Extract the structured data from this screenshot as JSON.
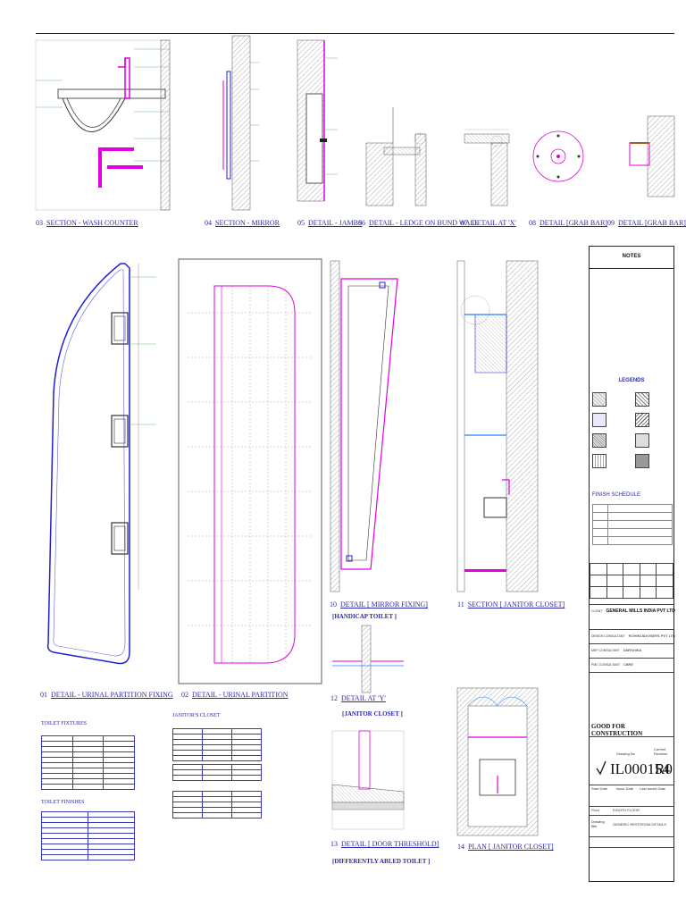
{
  "drawings": [
    {
      "id": "wash-counter",
      "num": "03",
      "title": "SECTION - WASH COUNTER"
    },
    {
      "id": "mirror",
      "num": "04",
      "title": "SECTION - MIRROR"
    },
    {
      "id": "jambs",
      "num": "05",
      "title": "DETAIL - JAMBS"
    },
    {
      "id": "ledge",
      "num": "06",
      "title": "DETAIL - LEDGE ON BUND WALL"
    },
    {
      "id": "at-x",
      "num": "07",
      "title": "DETAIL AT 'X'"
    },
    {
      "id": "grab-bar-1",
      "num": "08",
      "title": "DETAIL [GRAB BAR]"
    },
    {
      "id": "grab-bar-2",
      "num": "09",
      "title": "DETAIL [GRAB BAR]"
    },
    {
      "id": "urinal-fixing",
      "num": "01",
      "title": "DETAIL - URINAL PARTITION FIXING"
    },
    {
      "id": "urinal-partition",
      "num": "02",
      "title": "DETAIL - URINAL PARTITION"
    },
    {
      "id": "mirror-fixing",
      "num": "10",
      "title": "DETAIL [ MIRROR FIXING]",
      "sub": "[HANDICAP TOILET ]"
    },
    {
      "id": "janitor-section",
      "num": "11",
      "title": "SECTION [ JANITOR CLOSET]"
    },
    {
      "id": "at-y",
      "num": "12",
      "title": "DETAIL AT 'Y'",
      "sub": "[JANITOR CLOSET ]"
    },
    {
      "id": "door-threshold",
      "num": "13",
      "title": "DETAIL [ DOOR THRESHOLD]",
      "sub": "[DIFFERENTLY ABLED TOILET ]"
    },
    {
      "id": "janitor-plan",
      "num": "14",
      "title": "PLAN [ JANITOR CLOSET]"
    }
  ],
  "schedules": {
    "toilet_fixtures": "TOILET FIXTURES",
    "toilet_finishes": "TOILET FINISHES",
    "janitors_closet": "JANITOR'S CLOSET"
  },
  "panel": {
    "notes": "NOTES",
    "legends": "LEGENDS",
    "finish_schedule": "FINISH SCHEDULE",
    "client_label": "CLIENT",
    "client": "GENERAL MILLS INDIA PVT LTD",
    "design_label": "DESIGN CONSULTANT",
    "design": "ROHINI ADVISERS PVT LTD",
    "mep_label": "MEP CONSULTANT",
    "mep": "DARSHIKA",
    "pmc_label": "PMC CONSULTANT",
    "pmc": "CBRE",
    "status": "GOOD FOR CONSTRUCTION",
    "drawing_no_label": "Drawing No",
    "drawing_no": "IL000154",
    "revision_label": "Current Revision",
    "revision": "R0",
    "start_date_label": "Start Date",
    "issue_date_label": "Issue Date",
    "last_saved_label": "Last saved Date",
    "drawing_title_label": "Drawing title",
    "drawing_title": "GENERIC RESTROOM DETAILS",
    "floor_label": "Floor",
    "floor": "EIGHTH FLOOR"
  },
  "colors": {
    "accent": "#2a2aa8",
    "magenta": "#e000e0",
    "blue": "#2020d0",
    "hatch": "#555555",
    "leader": "#44aa44"
  }
}
